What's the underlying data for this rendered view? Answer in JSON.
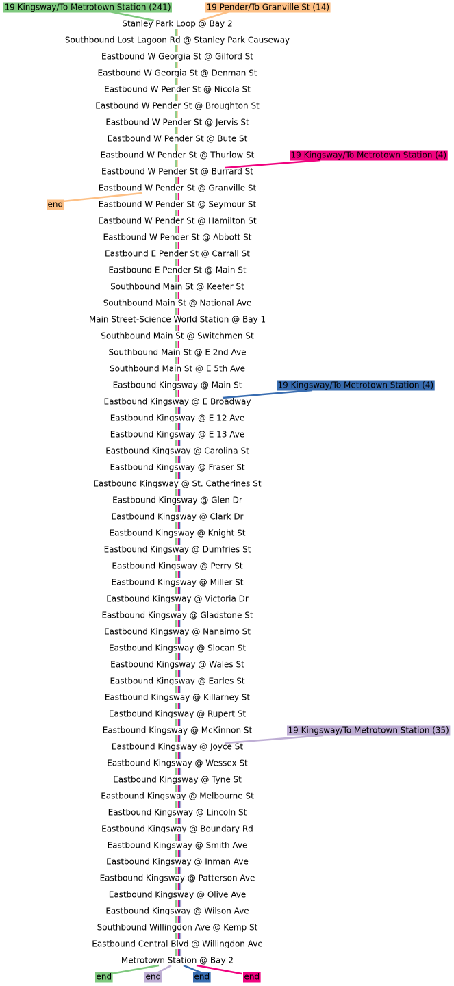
{
  "colors": {
    "green": "#7fc97f",
    "orange": "#fdc086",
    "pink": "#f0027f",
    "blue": "#386cb0",
    "purple": "#beaed4"
  },
  "stops": [
    "Stanley Park Loop @ Bay 2",
    "Southbound Lost Lagoon Rd @ Stanley Park Causeway",
    "Eastbound W Georgia St @ Gilford St",
    "Eastbound W Georgia St @ Denman St",
    "Eastbound W Pender St @ Nicola St",
    "Eastbound W Pender St @ Broughton St",
    "Eastbound W Pender St @ Jervis St",
    "Eastbound W Pender St @ Bute St",
    "Eastbound W Pender St @ Thurlow St",
    "Eastbound W Pender St @ Burrard St",
    "Eastbound W Pender St @ Granville St",
    "Eastbound W Pender St @ Seymour St",
    "Eastbound W Pender St @ Hamilton St",
    "Eastbound W Pender St @ Abbott St",
    "Eastbound E Pender St @ Carrall St",
    "Eastbound E Pender St @ Main St",
    "Southbound Main St @ Keefer St",
    "Southbound Main St @ National Ave",
    "Main Street-Science World Station @ Bay 1",
    "Southbound Main St @ Switchmen St",
    "Southbound Main St @ E 2nd Ave",
    "Southbound Main St @ E 5th Ave",
    "Eastbound Kingsway @ Main St",
    "Eastbound Kingsway @ E Broadway",
    "Eastbound Kingsway @ E 12 Ave",
    "Eastbound Kingsway @ E 13 Ave",
    "Eastbound Kingsway @ Carolina St",
    "Eastbound Kingsway @ Fraser St",
    "Eastbound Kingsway @ St. Catherines St",
    "Eastbound Kingsway @ Glen Dr",
    "Eastbound Kingsway @ Clark Dr",
    "Eastbound Kingsway @ Knight St",
    "Eastbound Kingsway @ Dumfries St",
    "Eastbound Kingsway @ Perry St",
    "Eastbound Kingsway @ Miller St",
    "Eastbound Kingsway @ Victoria Dr",
    "Eastbound Kingsway @ Gladstone St",
    "Eastbound Kingsway @ Nanaimo St",
    "Eastbound Kingsway @ Slocan St",
    "Eastbound Kingsway @ Wales St",
    "Eastbound Kingsway @ Earles St",
    "Eastbound Kingsway @ Killarney St",
    "Eastbound Kingsway @ Rupert St",
    "Eastbound Kingsway @ McKinnon St",
    "Eastbound Kingsway @ Joyce St",
    "Eastbound Kingsway @ Wessex St",
    "Eastbound Kingsway @ Tyne St",
    "Eastbound Kingsway @ Melbourne St",
    "Eastbound Kingsway @ Lincoln St",
    "Eastbound Kingsway @ Boundary Rd",
    "Eastbound Kingsway @ Smith Ave",
    "Eastbound Kingsway @ Inman Ave",
    "Eastbound Kingsway @ Patterson Ave",
    "Eastbound Kingsway @ Olive Ave",
    "Eastbound Kingsway @ Wilson Ave",
    "Southbound Willingdon Ave @ Kemp St",
    "Eastbound Central Blvd @ Willingdon Ave",
    "Metrotown Station @ Bay 2"
  ],
  "routes": [
    {
      "color": "green",
      "from_stop": 0,
      "to_stop": 57,
      "start_label": "19 Kingsway/To Metrotown Station (241)",
      "end_label": "end"
    },
    {
      "color": "orange",
      "from_stop": 0,
      "to_stop": 10,
      "start_label": "19 Pender/To Granville St (14)",
      "end_label": "end"
    },
    {
      "color": "pink",
      "from_stop": 9,
      "to_stop": 57,
      "start_label": "19 Kingsway/To Metrotown Station (4)",
      "end_label": "end"
    },
    {
      "color": "blue",
      "from_stop": 23,
      "to_stop": 57,
      "start_label": "19 Kingsway/To Metrotown Station (4)",
      "end_label": "end"
    },
    {
      "color": "purple",
      "from_stop": 44,
      "to_stop": 57,
      "start_label": "19 Kingsway/To Metrotown Station (35)",
      "end_label": "end"
    }
  ]
}
